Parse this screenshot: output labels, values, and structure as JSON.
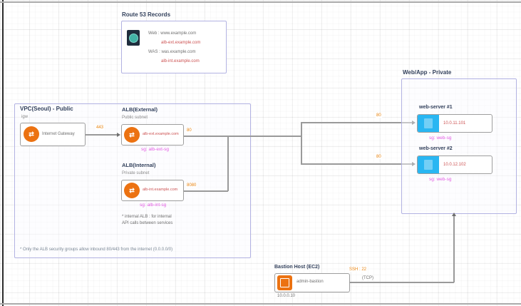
{
  "legend": {
    "title": "Route 53 Records",
    "entries": [
      {
        "label": "Web : www.example.com",
        "value": "alb-ext.example.com"
      },
      {
        "label": "WAS : was.example.com",
        "value": "alb-int.example.com"
      }
    ]
  },
  "public_vpc": {
    "title": "VPC(Seoul) - Public",
    "igw": {
      "label": "igw",
      "name": "Internet Gateway"
    },
    "edge_igw_port": "443",
    "albs": [
      {
        "title": "ALB(External)",
        "subtitle": "Public subnet",
        "endpoint": "alb-ext.example.com",
        "port": "80",
        "sg": "sg: alb-ext-sg"
      },
      {
        "title": "ALB(Internal)",
        "subtitle": "Private subnet",
        "endpoint": "alb-int.example.com",
        "port": "8080",
        "sg": "sg: alb-int-sg"
      }
    ],
    "alb_note_line1": "* internal ALB : for internal",
    "alb_note_line2": "  API calls between services",
    "footnote": "* Only the ALB security groups allow inbound 80/443 from the internet (0.0.0.0/0)"
  },
  "private_group": {
    "title": "Web/App - Private",
    "instances": [
      {
        "label": "web-server #1",
        "ip": "10.0.11.101",
        "port": "80",
        "sg": "sg: web-sg"
      },
      {
        "label": "web-server #2",
        "ip": "10.0.12.102",
        "port": "80",
        "sg": "sg: web-sg"
      }
    ]
  },
  "bastion": {
    "title": "Bastion Host (EC2)",
    "name": "admin-bastion",
    "ip": "10.0.0.10",
    "edge_label_primary": "SSH : 22",
    "edge_label_secondary": "(TCP)"
  },
  "colors": {
    "container_border": "#b2b2e2",
    "box_border": "#9e9e9e",
    "edge": "#9a9a9a",
    "accent_orange": "#e8820c",
    "icon_orange": "#ec7211",
    "icon_cyan": "#29b6f2",
    "text_red": "#cc5252",
    "text_magenta": "#e25ae2",
    "legend_icon_dark": "#1f2d3d",
    "legend_icon_teal": "#43b3a6"
  }
}
